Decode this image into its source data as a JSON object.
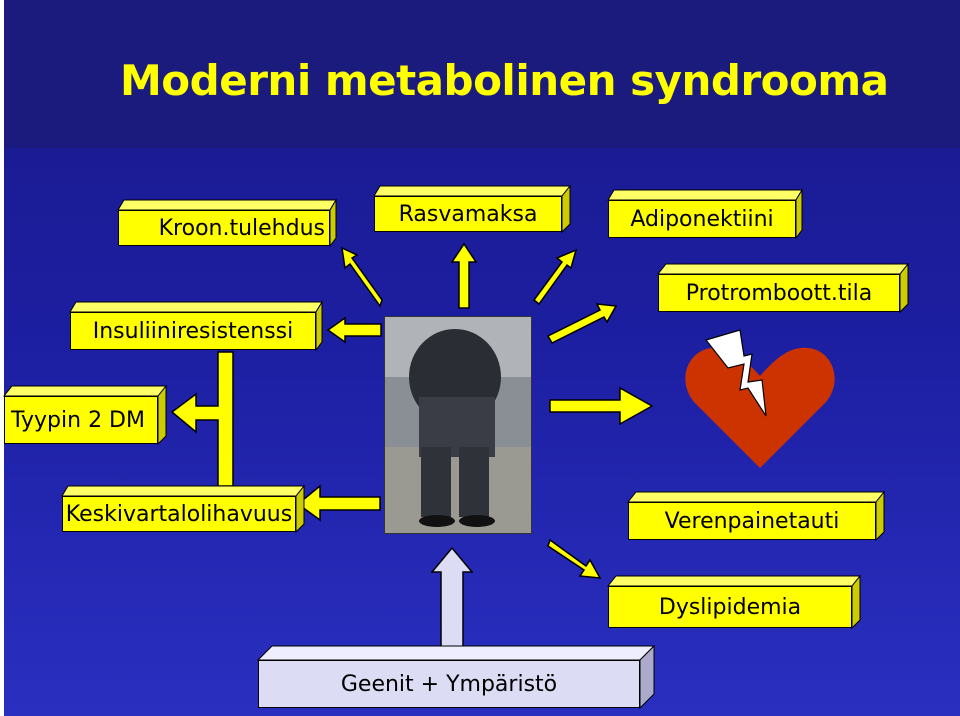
{
  "title": "Moderni metabolinen syndrooma",
  "boxes": {
    "kroon": "Kroon.tulehdus",
    "rasvamaksa": "Rasvamaksa",
    "adiponektiini": "Adiponektiini",
    "insuliini": "Insuliiniresistenssi",
    "protromb": "Protromboott.tila",
    "tyypin2": "Tyypin 2 DM",
    "keskivartalo": "Keskivartalolihavuus",
    "verenpaine": "Verenpainetauti",
    "dyslipidemia": "Dyslipidemia",
    "geenit": "Geenit + Ympäristö"
  },
  "colors": {
    "background": "#1c1ea0",
    "title": "#ffff00",
    "box_fill": "#ffff00",
    "arrow_fill": "#ffff00",
    "lavender": "#dcdcf4",
    "heart": "#cc3300"
  },
  "icons": [
    "heart-icon",
    "lightning-bolt-icon"
  ]
}
